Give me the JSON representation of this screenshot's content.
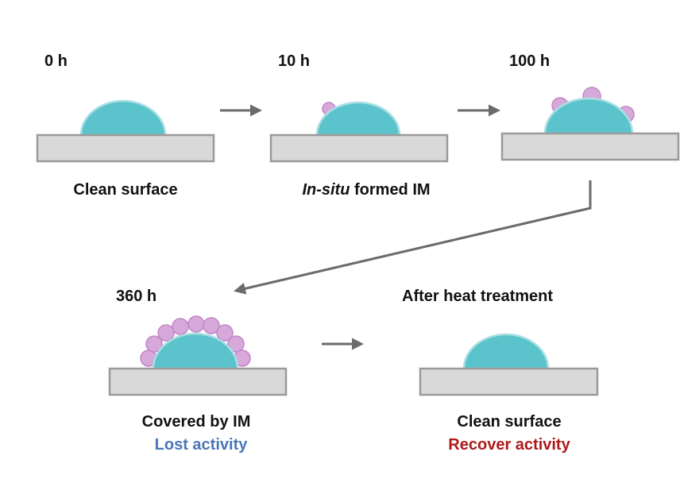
{
  "colors": {
    "substrate_fill": "#d9d9d9",
    "substrate_stroke": "#9a9a9a",
    "particle_fill": "#5bc3cb",
    "particle_rim": "#a9dfe4",
    "im_fill": "#d7a8da",
    "im_stroke": "#c187c7",
    "arrow": "#6b6b6b",
    "lost_text": "#4a76b8",
    "recover_text": "#b01818"
  },
  "stages": [
    {
      "time": "0 h",
      "caption_plain": "Clean surface"
    },
    {
      "time": "10 h",
      "caption_italic": "In-situ",
      "caption_rest": " formed IM"
    },
    {
      "time": "100 h"
    },
    {
      "time": "360 h",
      "caption_line1": "Covered by IM",
      "caption_line2": "Lost activity"
    },
    {
      "title": "After heat treatment",
      "caption_line1": "Clean surface",
      "caption_line2": "Recover activity"
    }
  ]
}
